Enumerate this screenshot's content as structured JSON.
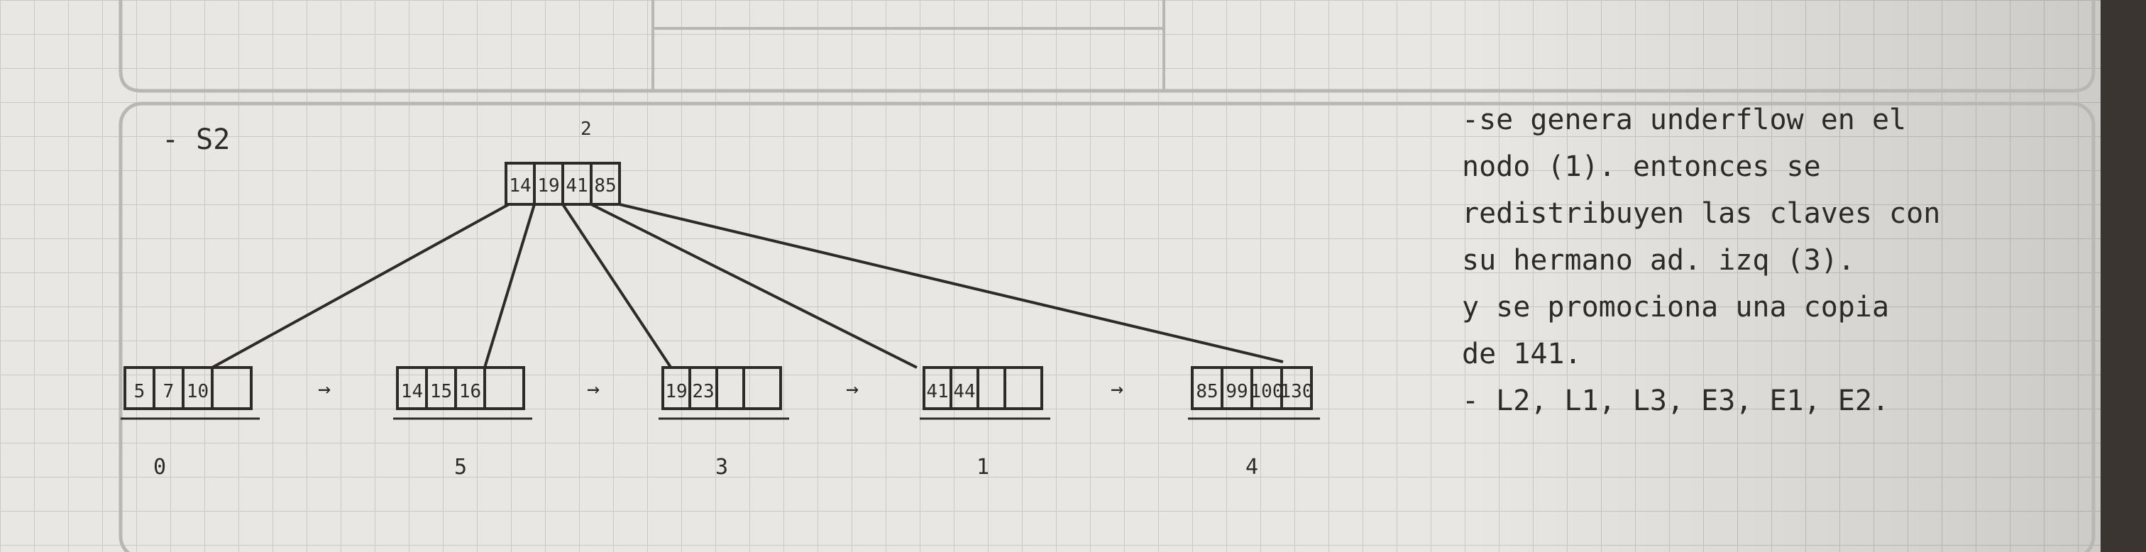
{
  "title": "- S2",
  "root": {
    "node_id": "2",
    "keys": [
      "14",
      "19",
      "41",
      "85"
    ]
  },
  "leaves": [
    {
      "node_id": "0",
      "keys": [
        "5",
        "7",
        "10",
        ""
      ]
    },
    {
      "node_id": "5",
      "keys": [
        "14",
        "15",
        "16",
        ""
      ]
    },
    {
      "node_id": "3",
      "keys": [
        "19",
        "23",
        "",
        ""
      ]
    },
    {
      "node_id": "1",
      "keys": [
        "41",
        "44",
        "",
        ""
      ]
    },
    {
      "node_id": "4",
      "keys": [
        "85",
        "99",
        "100",
        "130"
      ]
    }
  ],
  "arrow_glyph": "→",
  "notes": [
    "-se genera underflow en el",
    "nodo (1). entonces se",
    "redistribuyen las claves con",
    "su hermano ad. izq (3).",
    "y se promociona una copia",
    "de 141.",
    "- L2, L1, L3, E3, E1, E2."
  ],
  "colors": {
    "paper": "#e9e7e3",
    "grid": "#c8c6c2",
    "ink": "#2e2a28",
    "background": "#3a3530"
  }
}
